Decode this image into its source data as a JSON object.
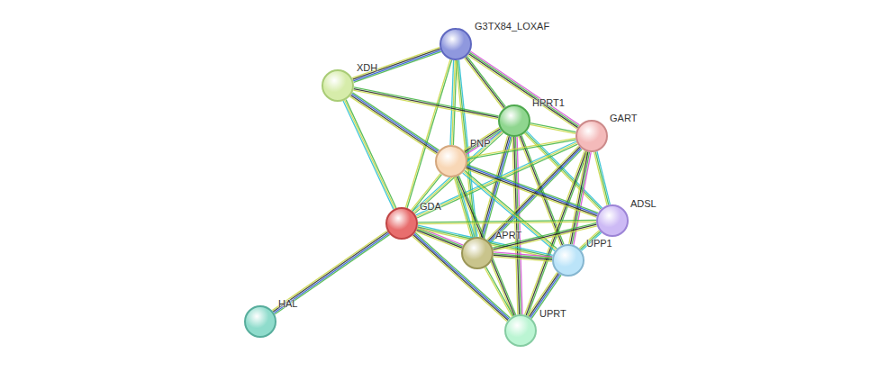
{
  "diagram": {
    "nodes": [
      {
        "text": [
          "G3TX84_LOXAF"
        ]
      },
      {
        "text": [
          "XDH"
        ]
      },
      {
        "text": [
          "HPRT1"
        ]
      },
      {
        "text": [
          "GART"
        ]
      },
      {
        "text": [
          "PNP"
        ]
      },
      {
        "text": [
          "ADSL"
        ]
      },
      {
        "text": [
          "GDA"
        ]
      },
      {
        "text": [
          "APRT"
        ]
      },
      {
        "text": [
          "UPP1"
        ]
      },
      {
        "text": [
          "HAL"
        ]
      },
      {
        "text": [
          "UPRT"
        ]
      }
    ],
    "edges": [
      {
        "from": 0,
        "to": 1,
        "arrow": "none"
      },
      {
        "from": 0,
        "to": 4,
        "arrow": "none"
      },
      {
        "from": 0,
        "to": 2,
        "arrow": "none"
      },
      {
        "from": 0,
        "to": 3,
        "arrow": "none"
      },
      {
        "from": 0,
        "to": 6,
        "arrow": "none"
      },
      {
        "from": 0,
        "to": 7,
        "arrow": "none"
      },
      {
        "from": 1,
        "to": 4,
        "arrow": "none"
      },
      {
        "from": 1,
        "to": 6,
        "arrow": "none"
      },
      {
        "from": 1,
        "to": 2,
        "arrow": "none"
      },
      {
        "from": 2,
        "to": 4,
        "arrow": "none"
      },
      {
        "from": 2,
        "to": 3,
        "arrow": "none"
      },
      {
        "from": 2,
        "to": 5,
        "arrow": "none"
      },
      {
        "from": 2,
        "to": 7,
        "arrow": "none"
      },
      {
        "from": 2,
        "to": 6,
        "arrow": "none"
      },
      {
        "from": 2,
        "to": 8,
        "arrow": "none"
      },
      {
        "from": 2,
        "to": 10,
        "arrow": "none"
      },
      {
        "from": 3,
        "to": 4,
        "arrow": "none"
      },
      {
        "from": 3,
        "to": 5,
        "arrow": "none"
      },
      {
        "from": 3,
        "to": 7,
        "arrow": "none"
      },
      {
        "from": 3,
        "to": 6,
        "arrow": "none"
      },
      {
        "from": 3,
        "to": 10,
        "arrow": "none"
      },
      {
        "from": 3,
        "to": 8,
        "arrow": "none"
      },
      {
        "from": 4,
        "to": 6,
        "arrow": "none"
      },
      {
        "from": 4,
        "to": 7,
        "arrow": "none"
      },
      {
        "from": 4,
        "to": 5,
        "arrow": "none"
      },
      {
        "from": 4,
        "to": 8,
        "arrow": "none"
      },
      {
        "from": 4,
        "to": 10,
        "arrow": "none"
      },
      {
        "from": 6,
        "to": 7,
        "arrow": "none"
      },
      {
        "from": 6,
        "to": 5,
        "arrow": "none"
      },
      {
        "from": 6,
        "to": 8,
        "arrow": "none"
      },
      {
        "from": 6,
        "to": 10,
        "arrow": "none"
      },
      {
        "from": 6,
        "to": 9,
        "arrow": "none"
      },
      {
        "from": 7,
        "to": 5,
        "arrow": "none"
      },
      {
        "from": 7,
        "to": 8,
        "arrow": "none"
      },
      {
        "from": 7,
        "to": 10,
        "arrow": "none"
      },
      {
        "from": 5,
        "to": 8,
        "arrow": "none"
      },
      {
        "from": 8,
        "to": 10,
        "arrow": "none"
      }
    ]
  }
}
